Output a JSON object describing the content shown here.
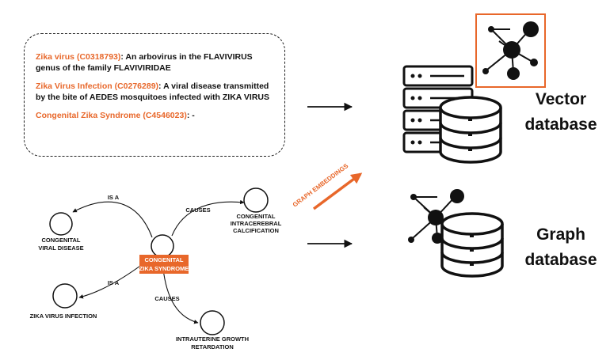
{
  "definitions": [
    {
      "term": "Zika virus (C0318793)",
      "text": ": An arbovirus in the FLAVIVIRUS genus of the family FLAVIVIRIDAE"
    },
    {
      "term": "Zika Virus Infection (C0276289)",
      "text": ": A viral disease transmitted by the bite of AEDES mosquitoes infected with ZIKA VIRUS"
    },
    {
      "term": "Congenital Zika Syndrome (C4546023)",
      "text": ": -"
    }
  ],
  "graph": {
    "center_line1": "CONGENITAL",
    "center_line2": "ZIKA SYNDROME",
    "nodes": {
      "viral_disease_l1": "CONGENITAL",
      "viral_disease_l2": "VIRAL DISEASE",
      "infection": "ZIKA VIRUS INFECTION",
      "calc_l1": "CONGENITAL",
      "calc_l2": "INTRACEREBRAL",
      "calc_l3": "CALCIFICATION",
      "growth_l1": "INTRAUTERINE GROWTH",
      "growth_l2": "RETARDATION"
    },
    "edges": {
      "is_a_1": "IS A",
      "is_a_2": "IS A",
      "causes_1": "CAUSES",
      "causes_2": "CAUSES"
    }
  },
  "embedding_label": "GRAPH EMBEDDINGS",
  "vector_db": {
    "line1": "Vector",
    "line2": "database"
  },
  "graph_db": {
    "line1": "Graph",
    "line2": "database"
  },
  "colors": {
    "accent": "#e8672a",
    "ink": "#111111"
  }
}
